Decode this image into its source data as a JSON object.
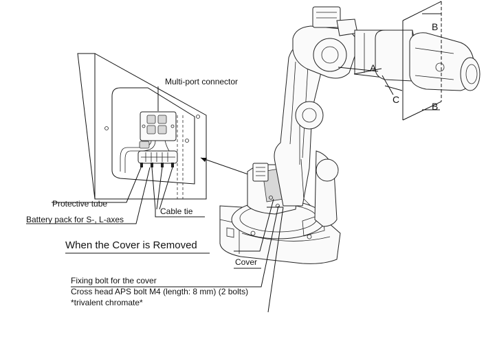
{
  "labels": {
    "multi_port_connector": "Multi-port connector",
    "protective_tube": "Protective tube",
    "battery_pack": "Battery pack for S-, L-axes",
    "cable_tie": "Cable tie",
    "cover_removed": "When the Cover is Removed",
    "cover": "Cover",
    "fixing_bolt_line1": "Fixing bolt for the cover",
    "fixing_bolt_line2": "Cross head APS bolt M4 (length: 8 mm) (2 bolts)",
    "fixing_bolt_line3": "*trivalent chromate*"
  },
  "axis_marks": {
    "a": "A",
    "b_top": "B",
    "b_bottom": "B",
    "c": "C"
  }
}
